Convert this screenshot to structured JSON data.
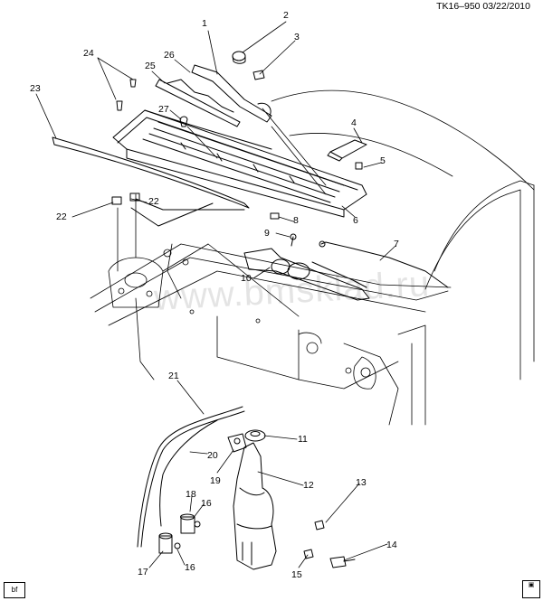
{
  "header": {
    "code": "TK16–950  03/22/2010"
  },
  "watermark": "www.bmsklad.ru",
  "corner_code": "bf",
  "callouts": {
    "c1": "1",
    "c2": "2",
    "c3": "3",
    "c4": "4",
    "c5": "5",
    "c6": "6",
    "c7": "7",
    "c8": "8",
    "c9": "9",
    "c10": "10",
    "c11": "11",
    "c12": "12",
    "c13": "13",
    "c14": "14",
    "c15": "15",
    "c16a": "16",
    "c16b": "16",
    "c17": "17",
    "c18": "18",
    "c19": "19",
    "c20": "20",
    "c21": "21",
    "c22a": "22",
    "c22b": "22",
    "c23": "23",
    "c24": "24",
    "c25": "25",
    "c26": "26",
    "c27": "27"
  }
}
